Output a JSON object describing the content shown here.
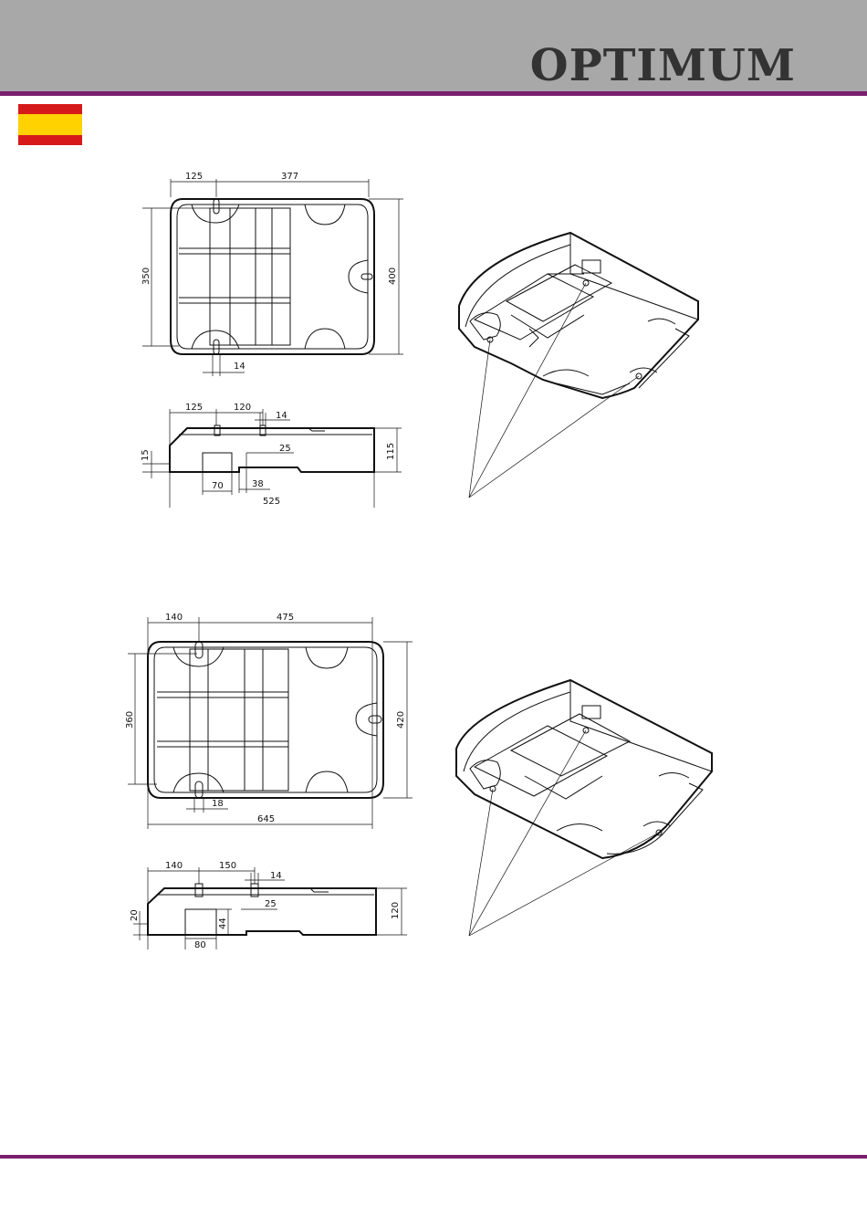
{
  "header": {
    "brand": "OPTIMUM",
    "colors": {
      "bar": "#a8a8a8",
      "accent": "#7a1f6e",
      "brand_text": "#333333"
    }
  },
  "flag": {
    "icon": "spain-flag-icon",
    "colors": [
      "#d61a1a",
      "#ffd200",
      "#d61a1a"
    ]
  },
  "drawing_1": {
    "top_view": {
      "dim_a": "125",
      "dim_b": "377",
      "dim_left": "350",
      "dim_right": "400",
      "dim_slot": "14"
    },
    "side_view": {
      "dim_a": "125",
      "dim_b": "120",
      "dim_c": "14",
      "dim_d": "25",
      "dim_left": "15",
      "dim_right": "115",
      "dim_e": "70",
      "dim_f": "38",
      "dim_total": "525"
    }
  },
  "drawing_2": {
    "top_view": {
      "dim_a": "140",
      "dim_b": "475",
      "dim_left": "360",
      "dim_right": "420",
      "dim_slot": "18",
      "dim_total": "645"
    },
    "side_view": {
      "dim_a": "140",
      "dim_b": "150",
      "dim_c": "14",
      "dim_d": "25",
      "dim_left": "20",
      "dim_e": "44",
      "dim_right": "120",
      "dim_f": "80"
    }
  }
}
